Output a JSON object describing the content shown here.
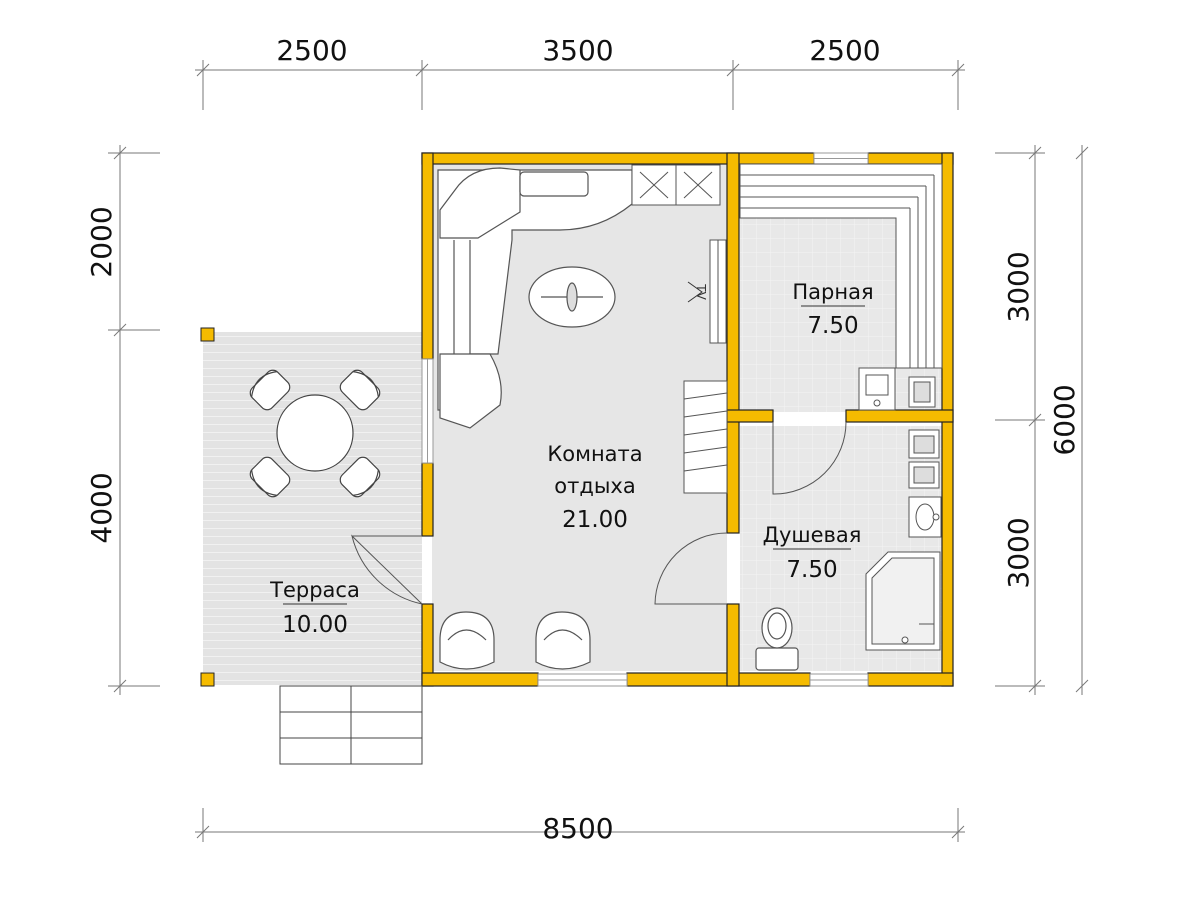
{
  "dimensions": {
    "top": [
      "2500",
      "3500",
      "2500"
    ],
    "bottom": "8500",
    "left": [
      "2000",
      "4000"
    ],
    "right": [
      "3000",
      "3000"
    ],
    "right_total": "6000"
  },
  "rooms": {
    "living": {
      "name_line1": "Комната",
      "name_line2": "отдыха",
      "area": "21.00"
    },
    "sauna": {
      "name": "Парная",
      "area": "7.50"
    },
    "shower": {
      "name": "Душевая",
      "area": "7.50"
    },
    "terrace": {
      "name": "Терраса",
      "area": "10.00"
    }
  },
  "labels": {
    "tv": "TV"
  },
  "colors": {
    "wall": "#F5BB00",
    "floor": "#E6E6E6",
    "dimension_line": "#777777"
  }
}
